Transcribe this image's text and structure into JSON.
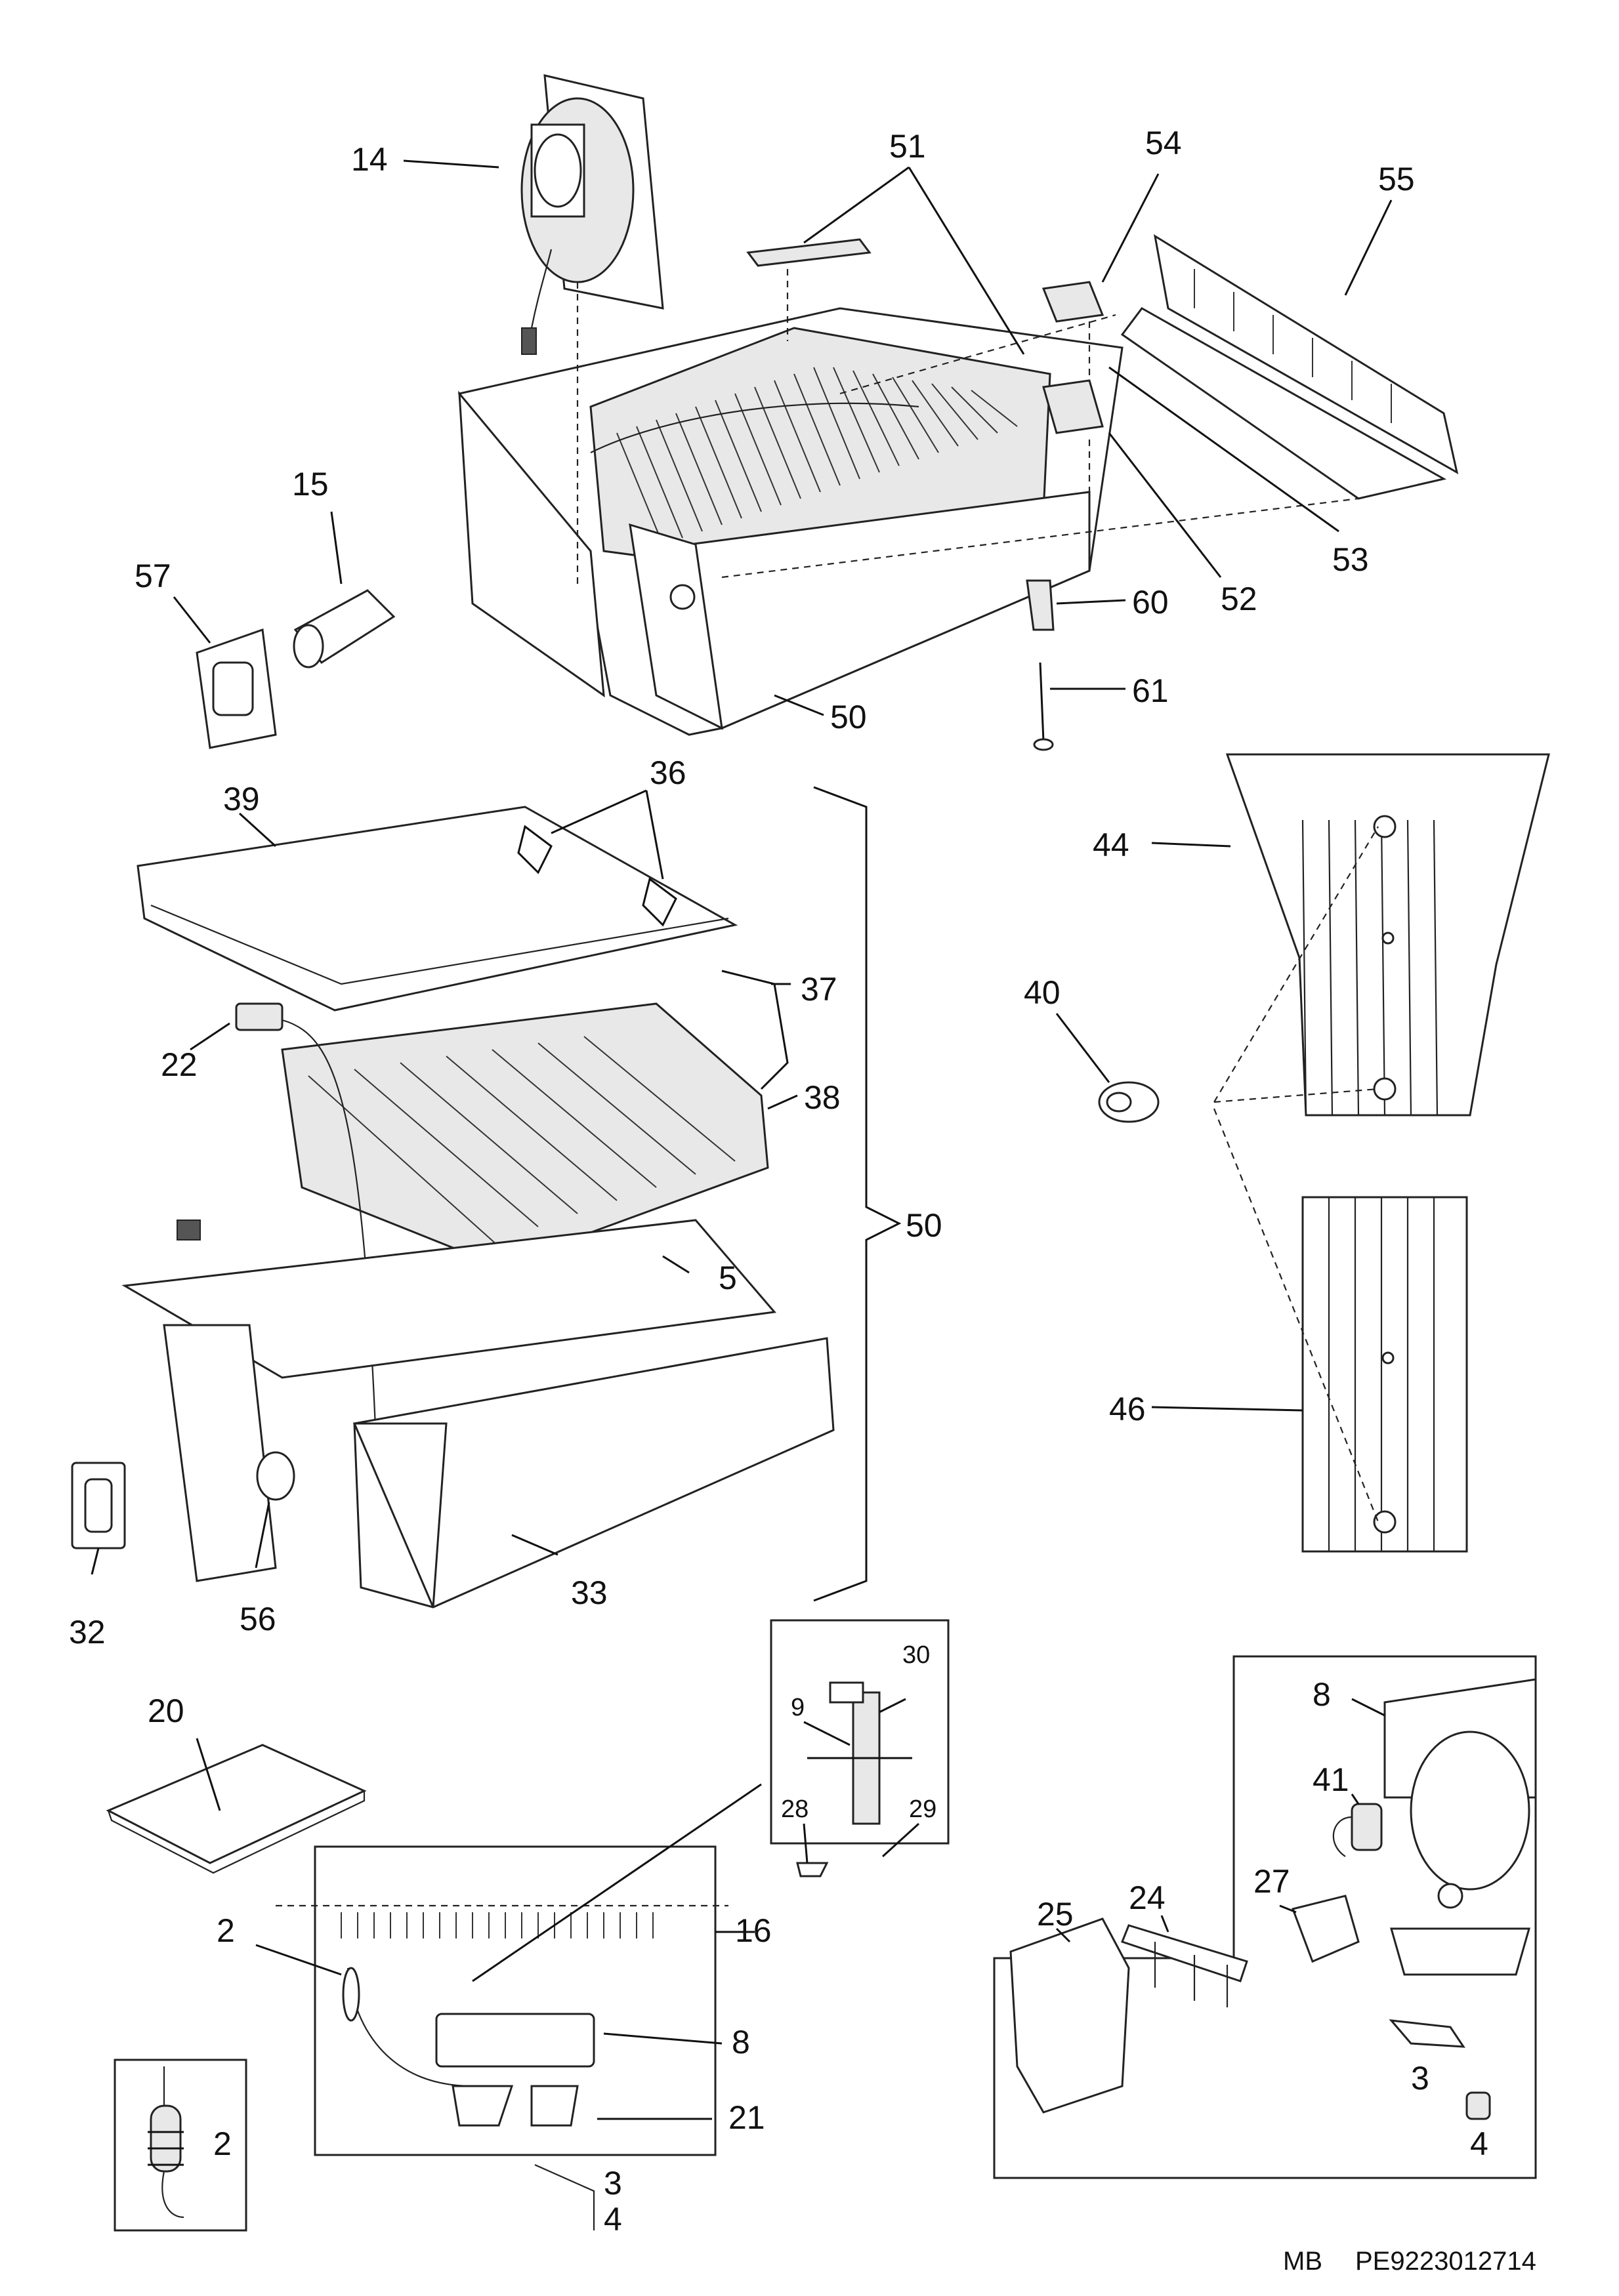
{
  "callouts": [
    {
      "id": "14",
      "text": "14"
    },
    {
      "id": "51",
      "text": "51"
    },
    {
      "id": "54",
      "text": "54"
    },
    {
      "id": "55",
      "text": "55"
    },
    {
      "id": "15",
      "text": "15"
    },
    {
      "id": "57",
      "text": "57"
    },
    {
      "id": "53",
      "text": "53"
    },
    {
      "id": "52",
      "text": "52"
    },
    {
      "id": "60",
      "text": "60"
    },
    {
      "id": "61",
      "text": "61"
    },
    {
      "id": "50a",
      "text": "50"
    },
    {
      "id": "39",
      "text": "39"
    },
    {
      "id": "36",
      "text": "36"
    },
    {
      "id": "37",
      "text": "37"
    },
    {
      "id": "22",
      "text": "22"
    },
    {
      "id": "38",
      "text": "38"
    },
    {
      "id": "50b",
      "text": "50"
    },
    {
      "id": "5",
      "text": "5"
    },
    {
      "id": "33",
      "text": "33"
    },
    {
      "id": "32",
      "text": "32"
    },
    {
      "id": "56",
      "text": "56"
    },
    {
      "id": "44",
      "text": "44"
    },
    {
      "id": "40",
      "text": "40"
    },
    {
      "id": "46",
      "text": "46"
    },
    {
      "id": "20",
      "text": "20"
    },
    {
      "id": "30",
      "text": "30"
    },
    {
      "id": "9",
      "text": "9"
    },
    {
      "id": "28",
      "text": "28"
    },
    {
      "id": "29",
      "text": "29"
    },
    {
      "id": "16",
      "text": "16"
    },
    {
      "id": "2a",
      "text": "2"
    },
    {
      "id": "8a",
      "text": "8"
    },
    {
      "id": "21",
      "text": "21"
    },
    {
      "id": "2b",
      "text": "2"
    },
    {
      "id": "3a",
      "text": "3"
    },
    {
      "id": "4a",
      "text": "4"
    },
    {
      "id": "8b",
      "text": "8"
    },
    {
      "id": "41",
      "text": "41"
    },
    {
      "id": "25",
      "text": "25"
    },
    {
      "id": "24",
      "text": "24"
    },
    {
      "id": "27",
      "text": "27"
    },
    {
      "id": "3b",
      "text": "3"
    },
    {
      "id": "4b",
      "text": "4"
    }
  ],
  "footer": {
    "code": "MB",
    "reference": "PE9223012714"
  }
}
